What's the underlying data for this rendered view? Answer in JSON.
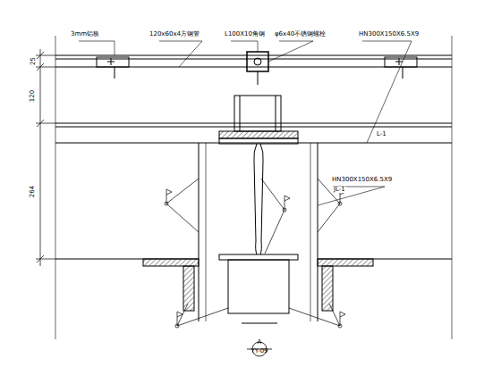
{
  "diagram": {
    "labels": [
      "3mm铝板",
      "120x60x4方钢管",
      "L100X10角钢",
      "φ6x40不锈钢螺栓",
      "HN300X150X6.5X9",
      "L-1",
      "HN300X150X6.5X9",
      "JL-1",
      "25",
      "120",
      "264",
      "A",
      "YY-09"
    ]
  }
}
